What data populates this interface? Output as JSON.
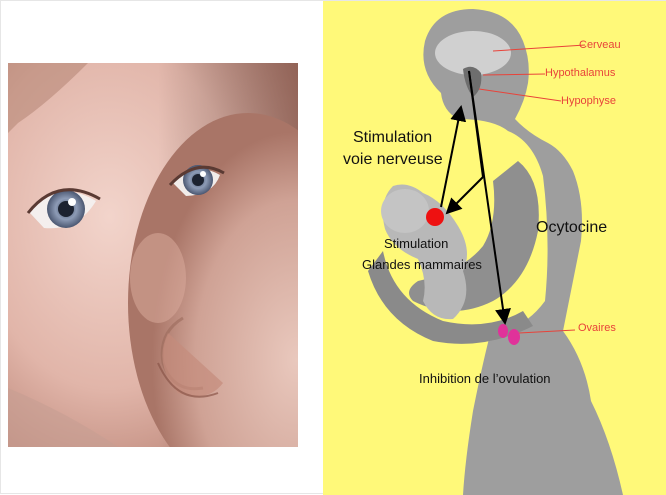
{
  "diagram": {
    "background_color": "#fff979",
    "silhouette_color": "#9e9e9e",
    "label_color": "#e8433a",
    "brain_labels": {
      "cerveau": "Cerveau",
      "hypothalamus": "Hypothalamus",
      "hypophyse": "Hypophyse"
    },
    "ovaires": "Ovaires",
    "stimulation_nerveuse": {
      "line1": "Stimulation",
      "line2": "voie nerveuse"
    },
    "ocytocine": "Ocytocine",
    "stimulation_glandes": {
      "line1": "Stimulation",
      "line2": "Glandes mammaires"
    },
    "inhibition": "Inhibition de l’ovulation"
  }
}
